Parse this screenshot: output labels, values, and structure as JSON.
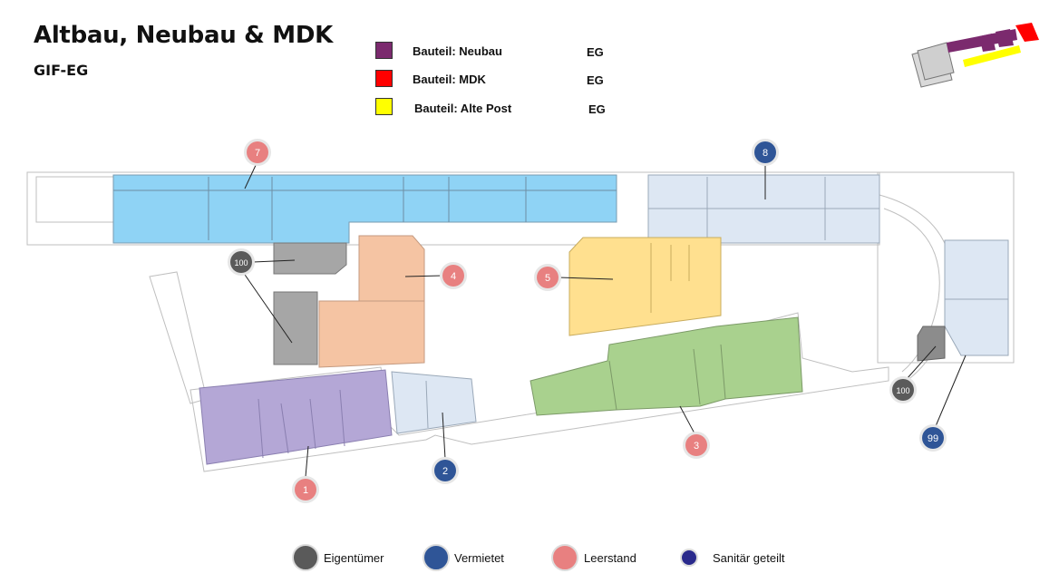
{
  "header": {
    "title": "Altbau, Neubau & MDK",
    "subtitle": "GIF-EG"
  },
  "building_legend": [
    {
      "label": "Bauteil: Neubau",
      "level": "EG",
      "color": "#7b2a6e"
    },
    {
      "label": "Bauteil: MDK",
      "level": "EG",
      "color": "#ff0000"
    },
    {
      "label": "Bauteil: Alte Post",
      "level": "EG",
      "color": "#ffff00"
    }
  ],
  "colors": {
    "eigentuemer": "#5a5a5a",
    "vermietet": "#2f5597",
    "leerstand": "#e88080",
    "sanitaer": "#2a2a8c",
    "zone_blue": "#8fd3f5",
    "zone_lightblue": "#dde7f3",
    "zone_orange": "#f5c4a3",
    "zone_yellow": "#ffe08f",
    "zone_green": "#a9d18e",
    "zone_purple": "#b4a7d6",
    "zone_grey": "#a6a6a6"
  },
  "markers": [
    {
      "number": "7",
      "status": "leerstand"
    },
    {
      "number": "8",
      "status": "vermietet"
    },
    {
      "number": "100",
      "status": "eigentuemer"
    },
    {
      "number": "4",
      "status": "leerstand"
    },
    {
      "number": "5",
      "status": "leerstand"
    },
    {
      "number": "1",
      "status": "leerstand"
    },
    {
      "number": "2",
      "status": "vermietet"
    },
    {
      "number": "3",
      "status": "leerstand"
    },
    {
      "number": "100",
      "status": "eigentuemer"
    },
    {
      "number": "99",
      "status": "vermietet"
    }
  ],
  "status_legend": [
    {
      "label": "Eigentümer",
      "color": "#5a5a5a"
    },
    {
      "label": "Vermietet",
      "color": "#2f5597"
    },
    {
      "label": "Leerstand",
      "color": "#e88080"
    },
    {
      "label": "Sanitär geteilt",
      "color": "#2a2a8c"
    }
  ]
}
